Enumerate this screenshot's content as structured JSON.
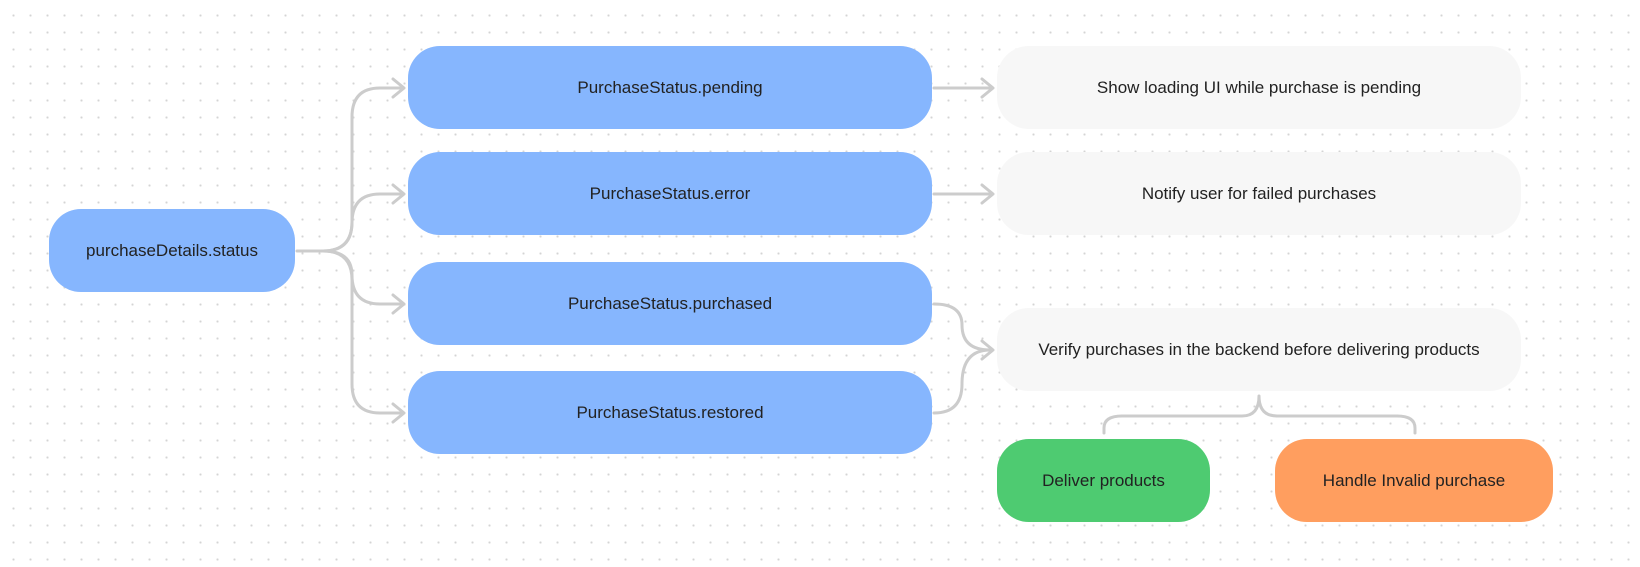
{
  "colors": {
    "status_node": "#86b6fe",
    "action_node": "#f7f7f7",
    "success_node": "#4ecb71",
    "failure_node": "#ff9e5f",
    "connector": "#cccccc"
  },
  "nodes": {
    "root": "purchaseDetails.status",
    "pending": "PurchaseStatus.pending",
    "error": "PurchaseStatus.error",
    "purchased": "PurchaseStatus.purchased",
    "restored": "PurchaseStatus.restored",
    "show_loading": "Show loading UI while purchase is pending",
    "notify_user": "Notify user for failed purchases",
    "verify": "Verify purchases in the backend before delivering products",
    "deliver": "Deliver products",
    "handle_invalid": "Handle Invalid purchase"
  }
}
